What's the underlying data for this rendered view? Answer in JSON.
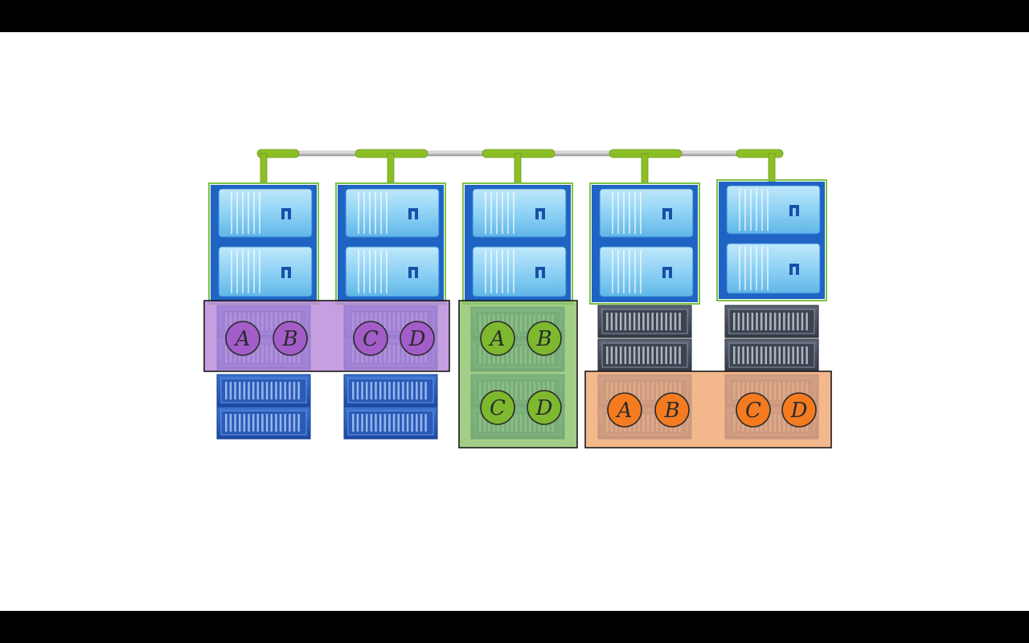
{
  "diagram": {
    "colors": {
      "background": "#ffffff",
      "letterbox": "#000000",
      "interconnect_green": "#8cbf26",
      "interconnect_wire": "#c8c8c8",
      "controller_blue": "#1f63c4",
      "controller_face": "#8fd2f5",
      "controller_border": "#7cc243",
      "shelf_blue": "#2a5bb8",
      "shelf_gray": "#4b5566",
      "pool_purple": "#b98ad9",
      "pool_green": "#8cc26a",
      "pool_orange": "#f2a874",
      "disk_purple": "#a35dc9",
      "disk_green": "#7db82f",
      "disk_orange": "#f47b20"
    },
    "nodes": [
      {
        "id": "node-1"
      },
      {
        "id": "node-2"
      },
      {
        "id": "node-3"
      },
      {
        "id": "node-4"
      },
      {
        "id": "node-5"
      }
    ],
    "pools": [
      {
        "id": "purple",
        "disks": [
          {
            "label": "A"
          },
          {
            "label": "B"
          },
          {
            "label": "C"
          },
          {
            "label": "D"
          }
        ]
      },
      {
        "id": "green",
        "disks": [
          {
            "label": "A"
          },
          {
            "label": "B"
          },
          {
            "label": "C"
          },
          {
            "label": "D"
          }
        ]
      },
      {
        "id": "orange",
        "disks": [
          {
            "label": "A"
          },
          {
            "label": "B"
          },
          {
            "label": "C"
          },
          {
            "label": "D"
          }
        ]
      }
    ]
  }
}
